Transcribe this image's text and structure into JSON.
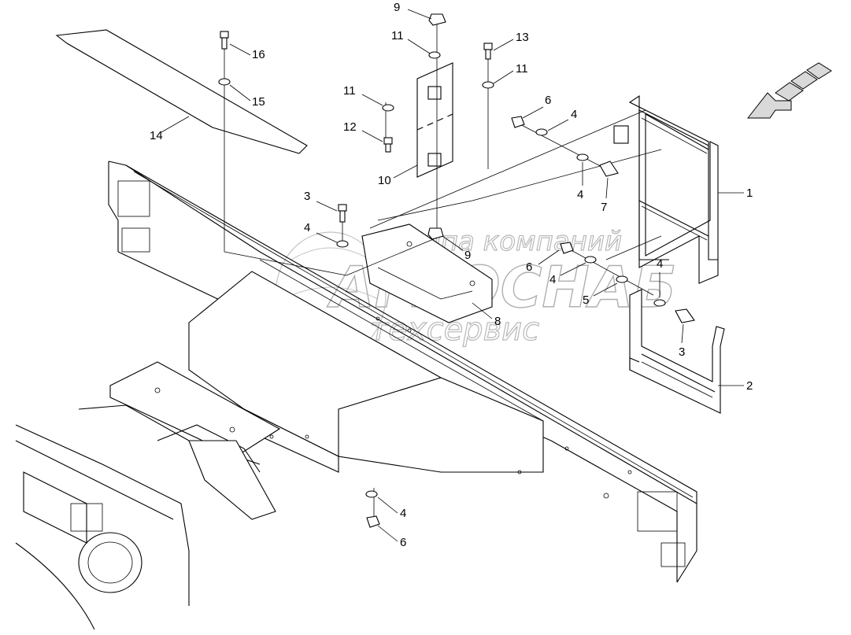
{
  "watermark": {
    "line1": "группа компаний",
    "line2": "АГРОСНАБ",
    "line3": "техсервис"
  },
  "callouts": [
    "9",
    "11",
    "13",
    "11",
    "16",
    "15",
    "14",
    "11",
    "12",
    "10",
    "6",
    "4",
    "4",
    "7",
    "1",
    "3",
    "4",
    "9",
    "8",
    "6",
    "4",
    "5",
    "4",
    "3",
    "2",
    "4",
    "6"
  ],
  "colors": {
    "line": "#000000",
    "watermark": "#b0b0b0",
    "arrow": "#d9d9d9"
  }
}
